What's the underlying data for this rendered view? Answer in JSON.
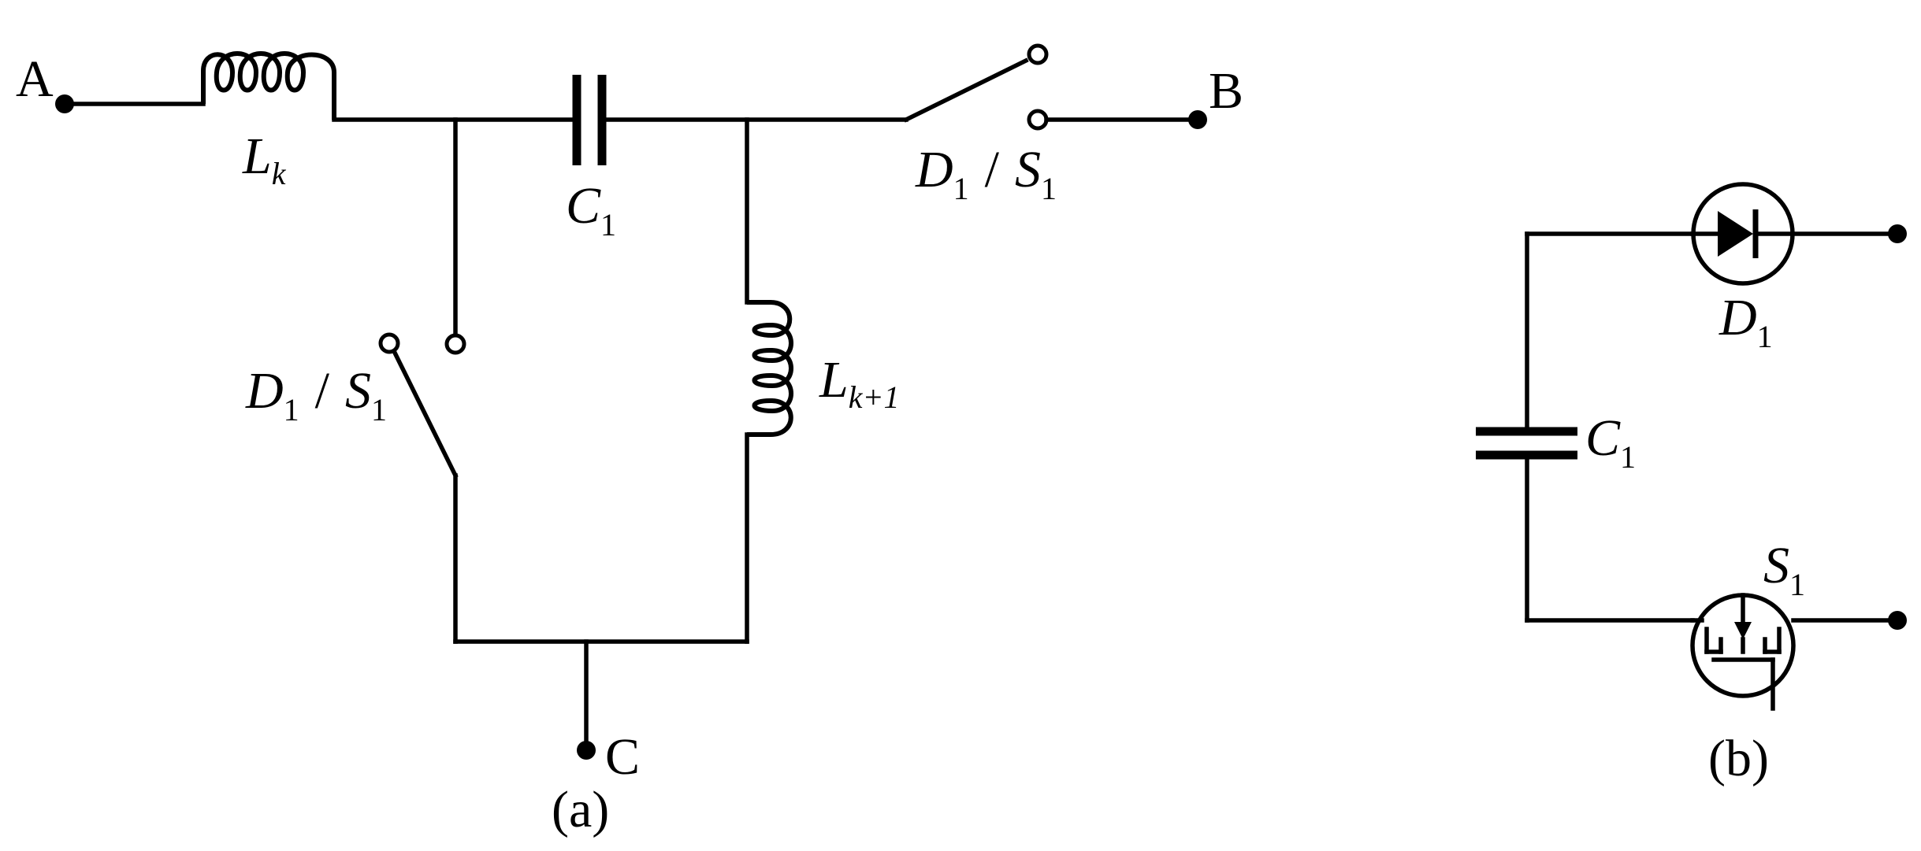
{
  "panel_a": {
    "caption": "(a)",
    "terminal_a": "A",
    "terminal_b": "B",
    "terminal_c": "C",
    "inductor_lk": {
      "main": "L",
      "sub": "k"
    },
    "capacitor": {
      "main": "C",
      "sub": "1"
    },
    "inductor_lk1": {
      "main": "L",
      "sub": "k+1"
    },
    "switch_top": {
      "d": "D",
      "d_sub": "1",
      "sep": "/",
      "s": "S",
      "s_sub": "1"
    },
    "switch_left": {
      "d": "D",
      "d_sub": "1",
      "sep": "/",
      "s": "S",
      "s_sub": "1"
    }
  },
  "panel_b": {
    "caption": "(b)",
    "diode": {
      "main": "D",
      "sub": "1"
    },
    "capacitor": {
      "main": "C",
      "sub": "1"
    },
    "mosfet": {
      "main": "S",
      "sub": "1"
    }
  }
}
